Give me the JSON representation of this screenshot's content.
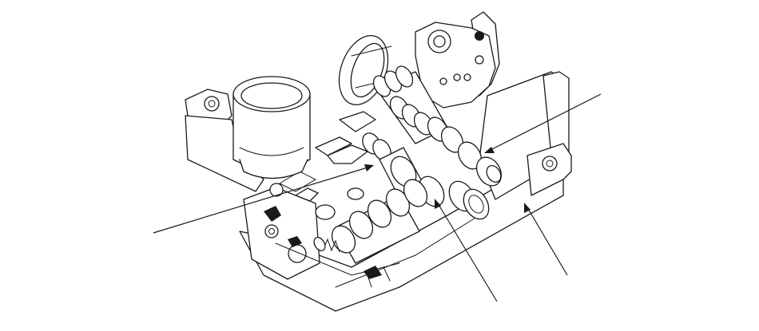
{
  "diagram": {
    "subject": "valve-body-assembly",
    "line_color": "#1a1a1a",
    "background": "#ffffff",
    "callouts": [
      {
        "id": "callout-left-valve",
        "target": "left-spool-valve"
      },
      {
        "id": "callout-center-spool",
        "target": "center-spool-valve"
      },
      {
        "id": "callout-upper-spring",
        "target": "upper-spring-valve"
      },
      {
        "id": "callout-body",
        "target": "valve-body-housing"
      }
    ]
  }
}
